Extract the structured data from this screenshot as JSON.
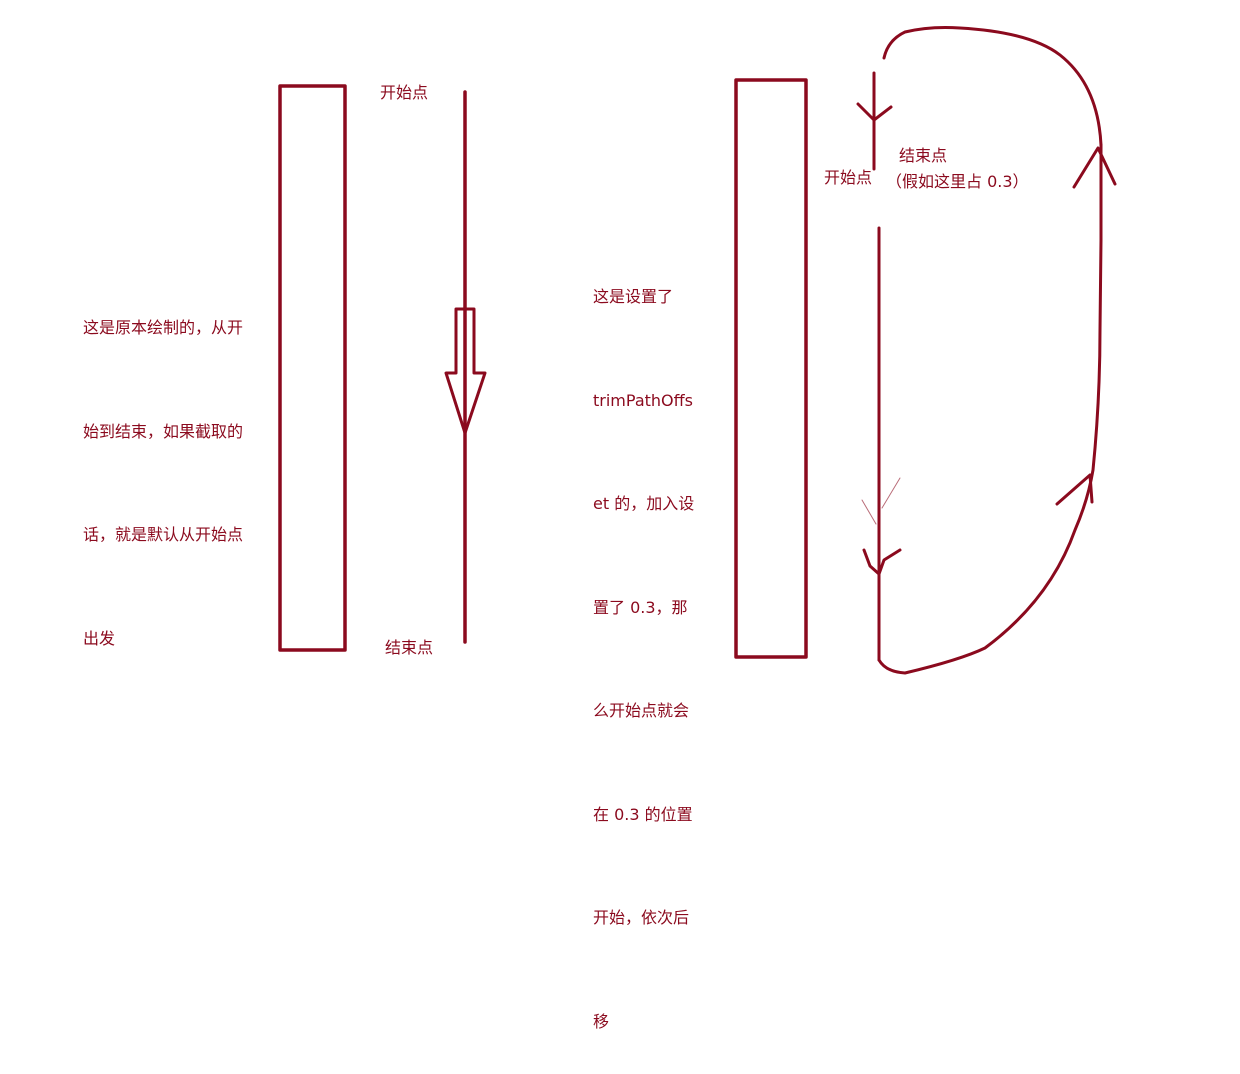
{
  "colors": {
    "stroke": "#8b0a1e",
    "background": "#ffffff"
  },
  "left_diagram": {
    "description_lines": [
      "这是原本绘制的，从开",
      "始到结束，如果截取的",
      "话，就是默认从开始点",
      "出发"
    ],
    "start_label": "开始点",
    "end_label": "结束点"
  },
  "right_diagram": {
    "description_lines": [
      "这是设置了",
      "trimPathOffs",
      "et 的，加入设",
      "置了 0.3，那",
      "么开始点就会",
      "在 0.3 的位置",
      "开始，依次后",
      "移"
    ],
    "start_label": "开始点",
    "end_label": "结束点",
    "end_note": "（假如这里占 0.3）"
  }
}
